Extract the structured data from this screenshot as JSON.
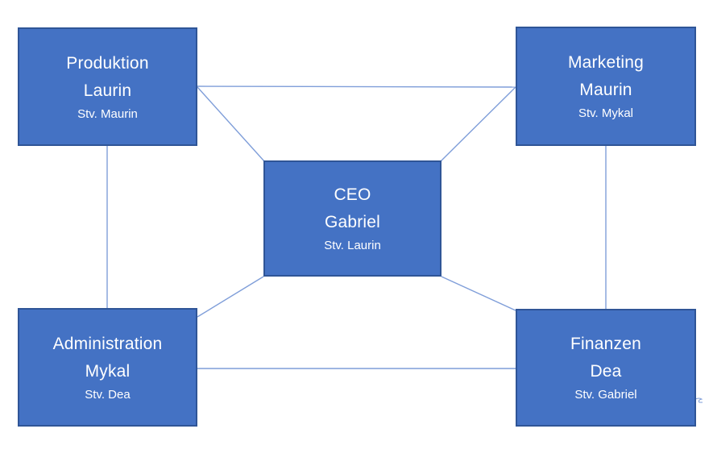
{
  "diagram": {
    "colors": {
      "node_fill": "#4472C4",
      "node_border": "#2F5597",
      "connector": "#7F9ED9",
      "text": "#FFFFFF",
      "background": "#FFFFFF"
    },
    "nodes": {
      "produktion": {
        "title": "Produktion",
        "person": "Laurin",
        "deputy": "Stv. Maurin"
      },
      "marketing": {
        "title": "Marketing",
        "person": "Maurin",
        "deputy": "Stv. Mykal"
      },
      "ceo": {
        "title": "CEO",
        "person": "Gabriel",
        "deputy": "Stv. Laurin"
      },
      "administration": {
        "title": "Administration",
        "person": "Mykal",
        "deputy": "Stv. Dea"
      },
      "finanzen": {
        "title": "Finanzen",
        "person": "Dea",
        "deputy": "Stv. Gabriel"
      }
    }
  }
}
